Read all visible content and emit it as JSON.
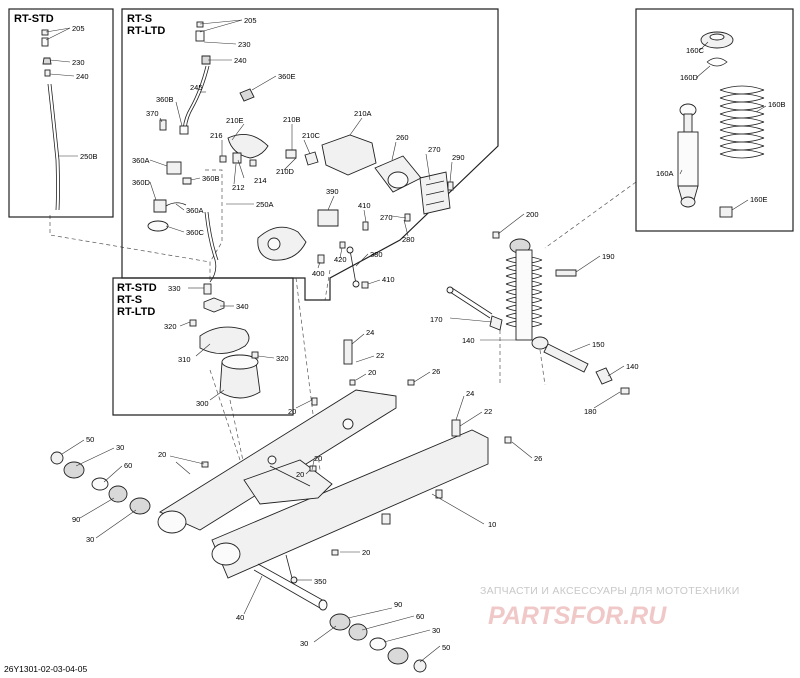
{
  "boxes": {
    "rt_std_top": "RT-STD",
    "rt_s_ltd_line1": "RT-S",
    "rt_s_ltd_line2": "RT-LTD",
    "lower_line1": "RT-STD",
    "lower_line2": "RT-S",
    "lower_line3": "RT-LTD"
  },
  "callouts": {
    "c205a": "205",
    "c230a": "230",
    "c240a": "240",
    "c250b": "250B",
    "c205b": "205",
    "c230b": "230",
    "c240b": "240",
    "c360e": "360E",
    "c245": "245",
    "c360b": "360B",
    "c370": "370",
    "c210e": "210E",
    "c210b": "210B",
    "c210a": "210A",
    "c216": "216",
    "c210c": "210C",
    "c260": "260",
    "c270a": "270",
    "c290": "290",
    "c360a": "360A",
    "c214": "214",
    "c210d": "210D",
    "c212": "212",
    "c360d": "360D",
    "c360bb": "360B",
    "c250a": "250A",
    "c390": "390",
    "c410a": "410",
    "c270b": "270",
    "c280": "280",
    "c360aa": "360A",
    "c360c": "360C",
    "c420": "420",
    "c380": "380",
    "c400": "400",
    "c410b": "410",
    "c160c": "160C",
    "c160d": "160D",
    "c160b": "160B",
    "c160a": "160A",
    "c160e": "160E",
    "c200": "200",
    "c190": "190",
    "c170": "170",
    "c140a": "140",
    "c150": "150",
    "c140b": "140",
    "c180": "180",
    "c330": "330",
    "c340": "340",
    "c320a": "320",
    "c310": "310",
    "c320b": "320",
    "c300": "300",
    "c24a": "24",
    "c22a": "22",
    "c20a": "20",
    "c26a": "26",
    "c20b": "20",
    "c24b": "24",
    "c22b": "22",
    "c26b": "26",
    "c50a": "50",
    "c30a": "30",
    "c60a": "60",
    "c90a": "90",
    "c30b": "30",
    "c20c": "20",
    "c20d": "20",
    "c20e": "20",
    "c10": "10",
    "c20f": "20",
    "c350": "350",
    "c40": "40",
    "c90b": "90",
    "c60b": "60",
    "c30c": "30",
    "c30d": "30",
    "c50b": "50"
  },
  "watermark": {
    "line1": "ЗАПЧАСТИ И АКСЕССУАРЫ ДЛЯ МОТОТЕХНИКИ",
    "line2": "PARTSFOR.RU"
  },
  "footer": {
    "code": "26Y1301-02-03-04-05"
  }
}
